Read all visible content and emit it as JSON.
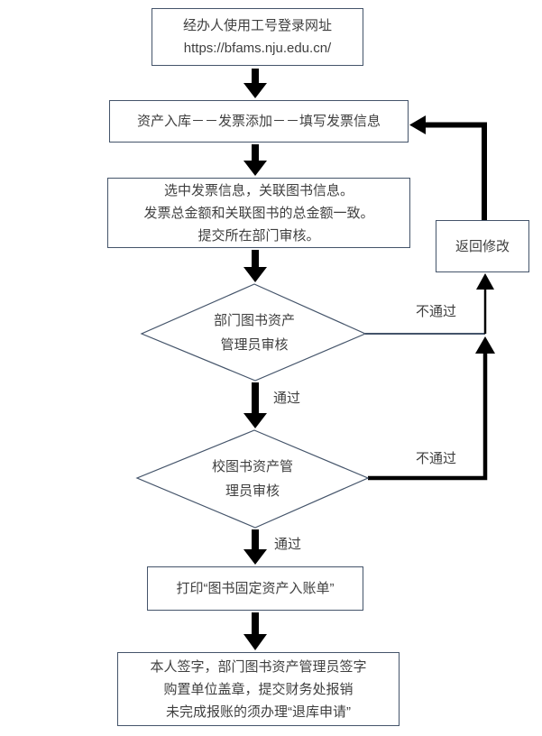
{
  "flowchart": {
    "nodes": {
      "start": {
        "line1": "经办人使用工号登录网址",
        "line2": "https://bfams.nju.edu.cn/"
      },
      "invoice": {
        "text": "资产入库－－发票添加－－填写发票信息"
      },
      "link_info": {
        "line1": "选中发票信息，关联图书信息。",
        "line2": "发票总金额和关联图书的总金额一致。",
        "line3": "提交所在部门审核。"
      },
      "dept_review": {
        "line1": "部门图书资产",
        "line2": "管理员审核"
      },
      "school_review": {
        "line1": "校图书资产管",
        "line2": "理员审核"
      },
      "print": {
        "text": "打印“图书固定资产入账单”"
      },
      "final": {
        "line1": "本人签字，部门图书资产管理员签字",
        "line2": "购置单位盖章，提交财务处报销",
        "line3": "未完成报账的须办理“退库申请”"
      },
      "return_modify": {
        "text": "返回修改"
      }
    },
    "labels": {
      "pass1": "通过",
      "pass2": "通过",
      "fail1": "不通过",
      "fail2": "不通过"
    },
    "colors": {
      "border": "#44546a",
      "arrow": "#000000",
      "text": "#3f3f3f",
      "background": "#ffffff"
    }
  }
}
